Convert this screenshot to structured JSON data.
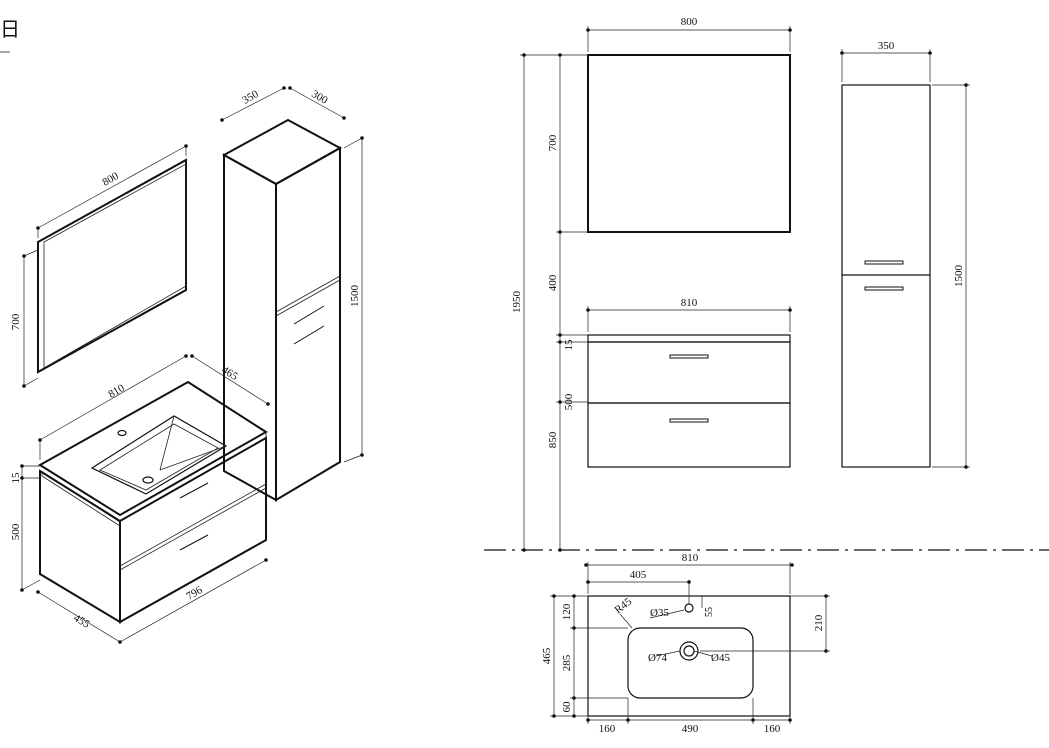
{
  "corner_glyph": "日",
  "iso": {
    "mirror_w": "800",
    "mirror_h": "700",
    "col_depth": "350",
    "col_width": "300",
    "col_height": "1500",
    "vanity_w": "810",
    "vanity_d": "465",
    "top_t": "15",
    "drawer_h": "500",
    "body_d": "455",
    "body_w": "796"
  },
  "front": {
    "mirror_w": "800",
    "mirror_h": "700",
    "gap": "400",
    "total_h": "1950",
    "vanity_w": "810",
    "top_t": "15",
    "drawer_h": "500",
    "floor_h": "850"
  },
  "side": {
    "col_w": "350",
    "col_h": "1500"
  },
  "basin": {
    "width": "810",
    "tap_offset": "405",
    "tap_dia": "Ø35",
    "radius": "R45",
    "tap_edge": "55",
    "rear_to_drain": "210",
    "depth": "465",
    "front_edge": "120",
    "bowl_d": "285",
    "back_edge": "60",
    "drain_outer": "Ø74",
    "drain_inner": "Ø45",
    "side_l": "160",
    "bowl_w": "490",
    "side_r": "160"
  }
}
